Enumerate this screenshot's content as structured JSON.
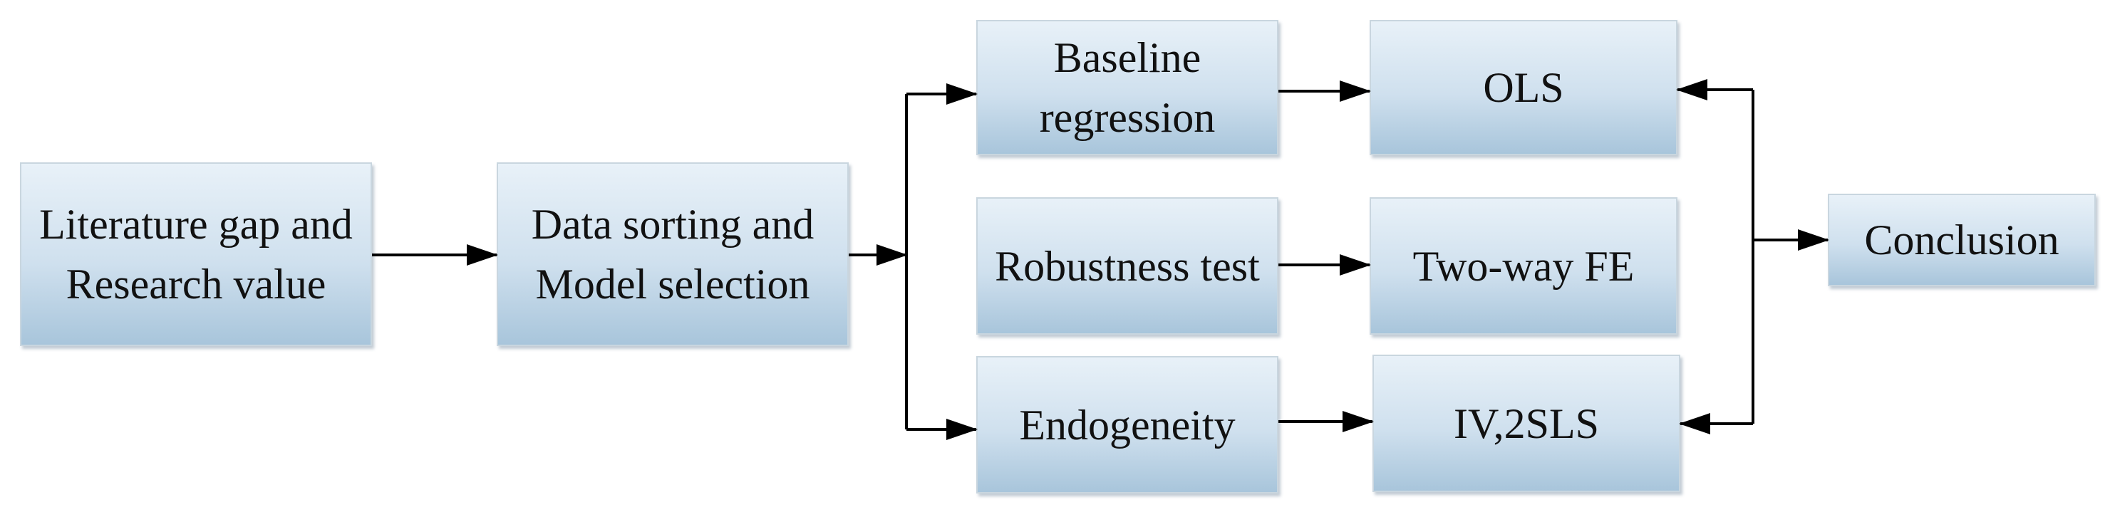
{
  "diagram": {
    "nodes": {
      "literature": "Literature gap and Research value",
      "data_sorting": "Data sorting and Model selection",
      "baseline": "Baseline regression",
      "robustness": "Robustness test",
      "endogeneity": "Endogeneity",
      "ols": "OLS",
      "two_way_fe": "Two-way FE",
      "iv_2sls": "IV,2SLS",
      "conclusion": "Conclusion"
    },
    "edges": [
      {
        "from": "literature",
        "to": "data_sorting"
      },
      {
        "from": "data_sorting",
        "to": "baseline"
      },
      {
        "from": "data_sorting",
        "to": "endogeneity"
      },
      {
        "from": "baseline",
        "to": "ols"
      },
      {
        "from": "robustness",
        "to": "two_way_fe"
      },
      {
        "from": "endogeneity",
        "to": "iv_2sls"
      },
      {
        "from": "conclusion",
        "to": "ols"
      },
      {
        "from": "conclusion",
        "to": "iv_2sls"
      }
    ],
    "colors": {
      "box_top": "#e8f1f8",
      "box_bottom": "#a8c5db",
      "box_border": "#c9d6df",
      "arrow": "#000000",
      "text": "#111111"
    }
  }
}
